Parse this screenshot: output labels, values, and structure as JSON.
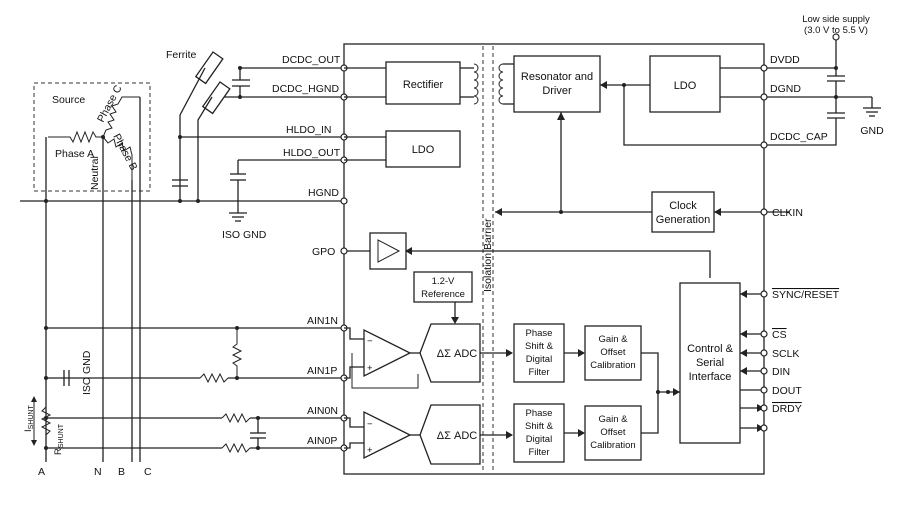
{
  "chip_pins_left": {
    "dcdc_out": "DCDC_OUT",
    "dcdc_hgnd": "DCDC_HGND",
    "hldo_in": "HLDO_IN",
    "hldo_out": "HLDO_OUT",
    "hgnd": "HGND",
    "gpo": "GPO",
    "ain1n": "AIN1N",
    "ain1p": "AIN1P",
    "ain0n": "AIN0N",
    "ain0p": "AIN0P"
  },
  "chip_pins_right": {
    "dvdd": "DVDD",
    "dgnd": "DGND",
    "dcdc_cap": "DCDC_CAP",
    "clkin": "CLKIN",
    "sync_reset": "SYNC/RESET",
    "cs": "CS",
    "sclk": "SCLK",
    "din": "DIN",
    "dout": "DOUT",
    "drdy": "DRDY"
  },
  "blocks": {
    "rectifier": "Rectifier",
    "ldo_iso": "LDO",
    "resonator_l1": "Resonator and",
    "resonator_l2": "Driver",
    "ldo_main": "LDO",
    "clock_l1": "Clock",
    "clock_l2": "Generation",
    "reference_l1": "1.2-V",
    "reference_l2": "Reference",
    "adc1": "ΔΣ ADC",
    "adc0": "ΔΣ ADC",
    "filter_l1": "Phase",
    "filter_l2": "Shift &",
    "filter_l3": "Digital",
    "filter_l4": "Filter",
    "gain_l1": "Gain &",
    "gain_l2": "Offset",
    "gain_l3": "Calibration",
    "ctrl_l1": "Control &",
    "ctrl_l2": "Serial",
    "ctrl_l3": "Interface",
    "isolation": "Isolation Barrier"
  },
  "external": {
    "supply_l1": "Low side supply",
    "supply_l2": "(3.0 V to 5.5 V)",
    "gnd": "GND",
    "ferrite": "Ferrite",
    "iso_gnd": "ISO GND",
    "iso_gnd_vertical": "ISO GND",
    "source": "Source",
    "phase_a": "Phase A",
    "phase_b": "Phase B",
    "phase_c": "Phase C",
    "neutral": "Neutral",
    "i_shunt_main": "I",
    "i_shunt_sub": "SHUNT",
    "r_shunt_main": "R",
    "r_shunt_sub": "SHUNT",
    "bus_a": "A",
    "bus_n": "N",
    "bus_b": "B",
    "bus_c": "C"
  }
}
